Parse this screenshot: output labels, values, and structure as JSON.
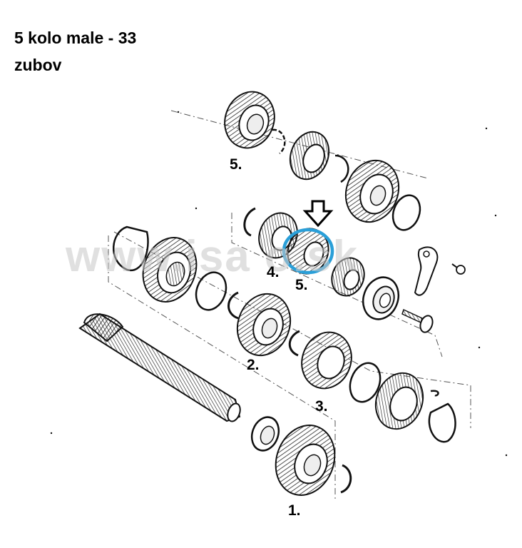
{
  "title": {
    "line1": "5 kolo male - 33",
    "line2": "zubov"
  },
  "watermark": "www.isa   o.sk",
  "labels": {
    "gear5_top": "5.",
    "gear4": "4.",
    "gear5_mid": "5.",
    "gear2": "2.",
    "gear3": "3.",
    "gear1": "1."
  },
  "colors": {
    "highlight": "#2a9fd8",
    "lines": "#111111",
    "dash": "#555555"
  },
  "icons": {
    "arrow": "down-arrow-icon"
  }
}
